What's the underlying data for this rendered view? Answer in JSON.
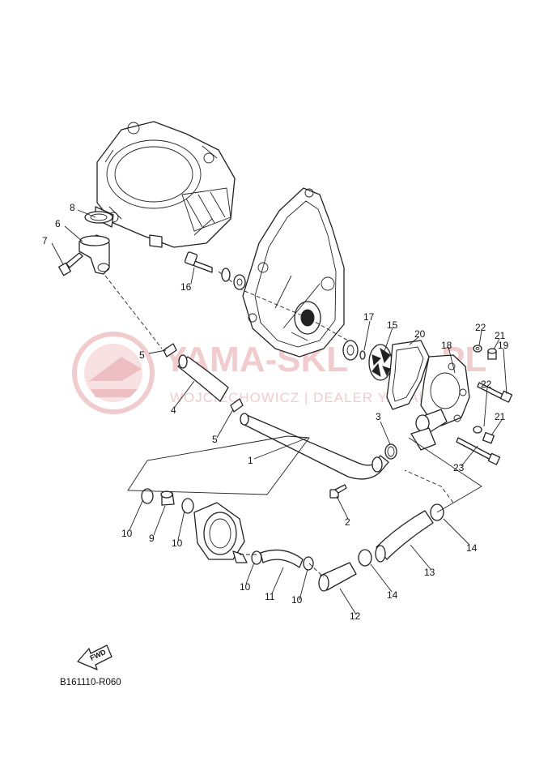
{
  "watermark": {
    "brand": "YAMA-SKL",
    "brand_tail": "PL",
    "subtitle": "WOJCIECHOWICZ | DEALER YAMAHA",
    "color": "#e7a3a8"
  },
  "diagram_code": "B161110-R060",
  "fwd_label": "FWD",
  "callouts": [
    {
      "id": "c-8",
      "label": "8"
    },
    {
      "id": "c-6",
      "label": "6"
    },
    {
      "id": "c-7",
      "label": "7"
    },
    {
      "id": "c-16",
      "label": "16"
    },
    {
      "id": "c-5a",
      "label": "5"
    },
    {
      "id": "c-4",
      "label": "4"
    },
    {
      "id": "c-5b",
      "label": "5"
    },
    {
      "id": "c-1",
      "label": "1"
    },
    {
      "id": "c-17",
      "label": "17"
    },
    {
      "id": "c-15",
      "label": "15"
    },
    {
      "id": "c-20",
      "label": "20"
    },
    {
      "id": "c-18",
      "label": "18"
    },
    {
      "id": "c-22a",
      "label": "22"
    },
    {
      "id": "c-21a",
      "label": "21"
    },
    {
      "id": "c-19",
      "label": "19"
    },
    {
      "id": "c-22b",
      "label": "22"
    },
    {
      "id": "c-21b",
      "label": "21"
    },
    {
      "id": "c-23",
      "label": "23"
    },
    {
      "id": "c-3",
      "label": "3"
    },
    {
      "id": "c-2",
      "label": "2"
    },
    {
      "id": "c-10a",
      "label": "10"
    },
    {
      "id": "c-9",
      "label": "9"
    },
    {
      "id": "c-10b",
      "label": "10"
    },
    {
      "id": "c-14a",
      "label": "14"
    },
    {
      "id": "c-13",
      "label": "13"
    },
    {
      "id": "c-10c",
      "label": "10"
    },
    {
      "id": "c-11",
      "label": "11"
    },
    {
      "id": "c-10d",
      "label": "10"
    },
    {
      "id": "c-14b",
      "label": "14"
    },
    {
      "id": "c-12",
      "label": "12"
    }
  ]
}
